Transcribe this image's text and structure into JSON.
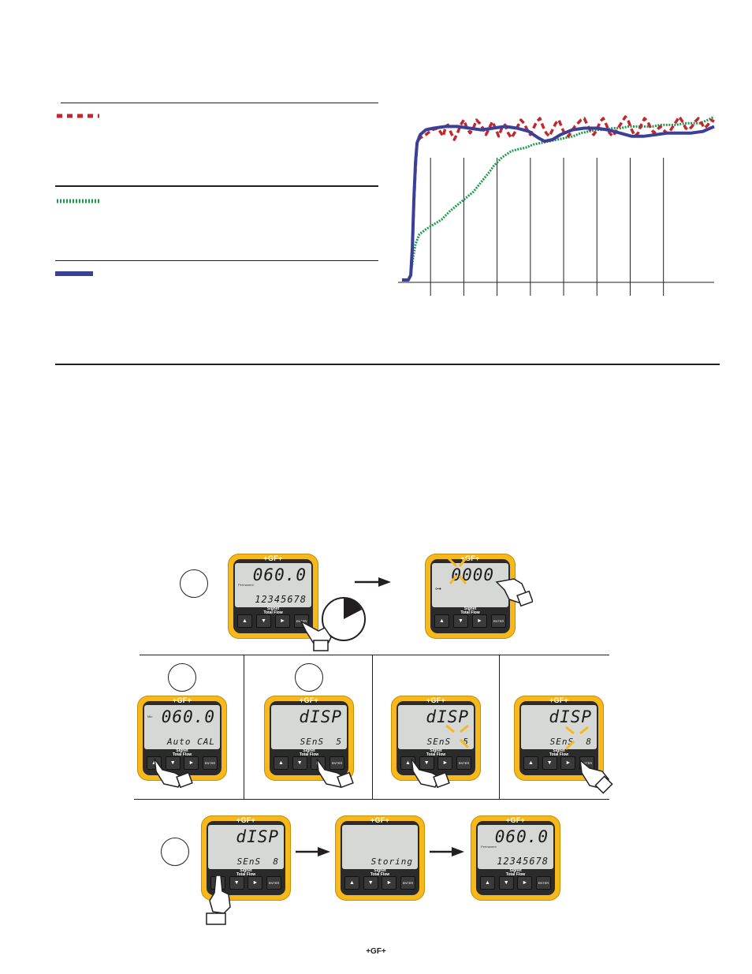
{
  "chart_data": {
    "type": "line",
    "title": "",
    "xlabel": "",
    "ylabel": "",
    "series": [
      {
        "style": "dashed",
        "color": "#c1272d",
        "points": [
          [
            0,
            0
          ],
          [
            8,
            0
          ],
          [
            11,
            3
          ],
          [
            13,
            18
          ],
          [
            15,
            48
          ],
          [
            17,
            68
          ],
          [
            19,
            85
          ],
          [
            23,
            87
          ],
          [
            30,
            89
          ],
          [
            38,
            92
          ],
          [
            45,
            93
          ],
          [
            48,
            91
          ],
          [
            52,
            88
          ],
          [
            55,
            94
          ],
          [
            58,
            95
          ],
          [
            62,
            90
          ],
          [
            66,
            86
          ],
          [
            70,
            90
          ],
          [
            74,
            95
          ],
          [
            78,
            98
          ],
          [
            82,
            93
          ],
          [
            86,
            90
          ],
          [
            90,
            93
          ],
          [
            94,
            98
          ],
          [
            98,
            96
          ],
          [
            102,
            93
          ],
          [
            106,
            89
          ],
          [
            110,
            93
          ],
          [
            114,
            97
          ],
          [
            118,
            93
          ],
          [
            122,
            88
          ],
          [
            126,
            93
          ],
          [
            130,
            95
          ],
          [
            134,
            90
          ],
          [
            138,
            87
          ],
          [
            142,
            90
          ],
          [
            146,
            94
          ],
          [
            150,
            98
          ],
          [
            154,
            96
          ],
          [
            158,
            92
          ],
          [
            162,
            89
          ],
          [
            166,
            93
          ],
          [
            170,
            97
          ],
          [
            174,
            99
          ],
          [
            178,
            94
          ],
          [
            182,
            90
          ],
          [
            186,
            88
          ],
          [
            190,
            92
          ],
          [
            194,
            96
          ],
          [
            198,
            98
          ],
          [
            202,
            93
          ],
          [
            206,
            89
          ],
          [
            210,
            88
          ],
          [
            214,
            91
          ],
          [
            218,
            94
          ],
          [
            222,
            96
          ],
          [
            226,
            98
          ],
          [
            230,
            99
          ],
          [
            234,
            95
          ],
          [
            238,
            91
          ],
          [
            242,
            89
          ],
          [
            246,
            92
          ],
          [
            250,
            97
          ],
          [
            254,
            99
          ],
          [
            258,
            95
          ],
          [
            262,
            90
          ],
          [
            266,
            88
          ],
          [
            270,
            91
          ],
          [
            274,
            94
          ],
          [
            278,
            97
          ],
          [
            282,
            100
          ],
          [
            286,
            97
          ],
          [
            290,
            92
          ],
          [
            294,
            88
          ],
          [
            298,
            90
          ],
          [
            302,
            95
          ],
          [
            306,
            99
          ],
          [
            310,
            97
          ],
          [
            314,
            93
          ],
          [
            318,
            90
          ],
          [
            322,
            92
          ],
          [
            326,
            94
          ],
          [
            330,
            92
          ],
          [
            334,
            90
          ],
          [
            338,
            91
          ],
          [
            342,
            94
          ],
          [
            346,
            97
          ],
          [
            350,
            100
          ],
          [
            354,
            97
          ],
          [
            358,
            93
          ],
          [
            362,
            92
          ],
          [
            366,
            94
          ],
          [
            370,
            97
          ],
          [
            374,
            99
          ],
          [
            378,
            96
          ],
          [
            382,
            93
          ],
          [
            386,
            95
          ],
          [
            390,
            98
          ],
          [
            394,
            97
          ]
        ]
      },
      {
        "style": "dotted",
        "color": "#1e9b4a",
        "points": [
          [
            0,
            0
          ],
          [
            8,
            0
          ],
          [
            11,
            3
          ],
          [
            14,
            14
          ],
          [
            17,
            22
          ],
          [
            22,
            28
          ],
          [
            30,
            31
          ],
          [
            40,
            34
          ],
          [
            50,
            37
          ],
          [
            60,
            42
          ],
          [
            70,
            46
          ],
          [
            80,
            50
          ],
          [
            90,
            54
          ],
          [
            100,
            60
          ],
          [
            110,
            66
          ],
          [
            116,
            70
          ],
          [
            120,
            72
          ],
          [
            126,
            75
          ],
          [
            132,
            77
          ],
          [
            138,
            79
          ],
          [
            146,
            80
          ],
          [
            156,
            81
          ],
          [
            166,
            83
          ],
          [
            176,
            84
          ],
          [
            186,
            85
          ],
          [
            196,
            86
          ],
          [
            206,
            87
          ],
          [
            216,
            88
          ],
          [
            226,
            90
          ],
          [
            236,
            91
          ],
          [
            246,
            92
          ],
          [
            256,
            92
          ],
          [
            266,
            93
          ],
          [
            276,
            93
          ],
          [
            286,
            94
          ],
          [
            296,
            94
          ],
          [
            306,
            94
          ],
          [
            316,
            94
          ],
          [
            326,
            95
          ],
          [
            336,
            95
          ],
          [
            346,
            95
          ],
          [
            356,
            96
          ],
          [
            366,
            96
          ],
          [
            376,
            96
          ],
          [
            386,
            98
          ],
          [
            394,
            100
          ]
        ]
      },
      {
        "style": "solid",
        "color": "#3b3f97",
        "points": [
          [
            0,
            0
          ],
          [
            8,
            0
          ],
          [
            11,
            3
          ],
          [
            13,
            20
          ],
          [
            15,
            50
          ],
          [
            17,
            72
          ],
          [
            19,
            84
          ],
          [
            23,
            89
          ],
          [
            30,
            92
          ],
          [
            40,
            93
          ],
          [
            55,
            94
          ],
          [
            70,
            94
          ],
          [
            85,
            93
          ],
          [
            100,
            92
          ],
          [
            115,
            93
          ],
          [
            130,
            94
          ],
          [
            145,
            93
          ],
          [
            160,
            91
          ],
          [
            172,
            87
          ],
          [
            180,
            85
          ],
          [
            190,
            86
          ],
          [
            200,
            89
          ],
          [
            215,
            92
          ],
          [
            230,
            93
          ],
          [
            245,
            93
          ],
          [
            260,
            92
          ],
          [
            275,
            90
          ],
          [
            290,
            88
          ],
          [
            305,
            88
          ],
          [
            320,
            89
          ],
          [
            335,
            90
          ],
          [
            350,
            90
          ],
          [
            365,
            90
          ],
          [
            380,
            91
          ],
          [
            394,
            94
          ]
        ]
      }
    ],
    "xlim": [
      0,
      394
    ],
    "ylim": [
      0,
      100
    ],
    "vertical_gridlines": [
      36,
      78,
      120,
      162,
      204,
      246,
      288,
      330
    ]
  },
  "legend": [
    {
      "style": "dashed",
      "color": "#c1272d"
    },
    {
      "style": "dotted",
      "color": "#1e9b4a"
    },
    {
      "style": "solid",
      "color": "#3b3f97"
    }
  ],
  "meters": {
    "logo": "+GF+",
    "brand_line1": "Signet",
    "brand_line2": "Total Flow",
    "enter_label": "ENTER",
    "up": "▲",
    "down": "▼",
    "right": "►",
    "m1": {
      "line1": "060.0",
      "line2": "12345678",
      "tiny": "Permanent"
    },
    "m2": {
      "line1": "0000",
      "line2": "",
      "tiny": ""
    },
    "m3": {
      "line1": "060.0",
      "line2": "Auto CAL",
      "tiny": "Min"
    },
    "m4": {
      "line1": "dISP",
      "line2": "SEnS  5",
      "tiny": ""
    },
    "m5": {
      "line1": "dISP",
      "line2": "SEnS  5",
      "tiny": ""
    },
    "m6": {
      "line1": "dISP",
      "line2": "SEnS  8",
      "tiny": ""
    },
    "m7": {
      "line1": "dISP",
      "line2": "SEnS  8",
      "tiny": ""
    },
    "m8": {
      "line1": "",
      "line2": "Storing",
      "tiny": ""
    },
    "m9": {
      "line1": "060.0",
      "line2": "12345678",
      "tiny": "Permanent"
    }
  },
  "footer": {
    "logo": "+GF+"
  }
}
